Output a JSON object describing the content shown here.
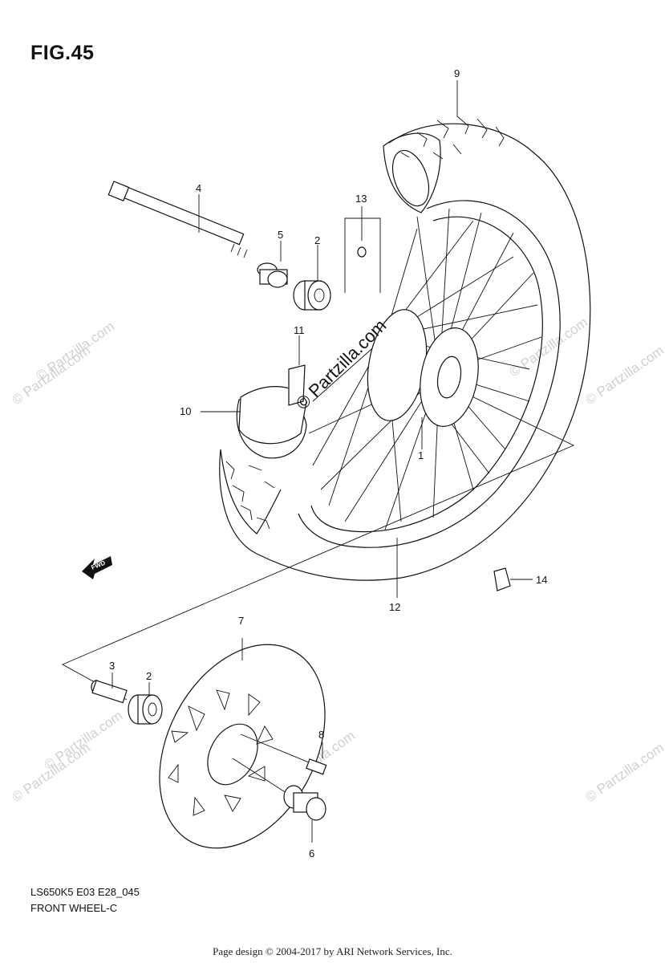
{
  "figure_title": "FIG.45",
  "callouts": [
    "1",
    "2",
    "2",
    "3",
    "4",
    "5",
    "6",
    "7",
    "8",
    "9",
    "10",
    "11",
    "12",
    "13",
    "14"
  ],
  "direction_label": "FWD",
  "watermark": "© Partzilla.com",
  "model_code": "LS650K5 E03 E28_045",
  "diagram_name": "FRONT WHEEL-C",
  "footer": "Page design © 2004-2017 by ARI Network Services, Inc."
}
